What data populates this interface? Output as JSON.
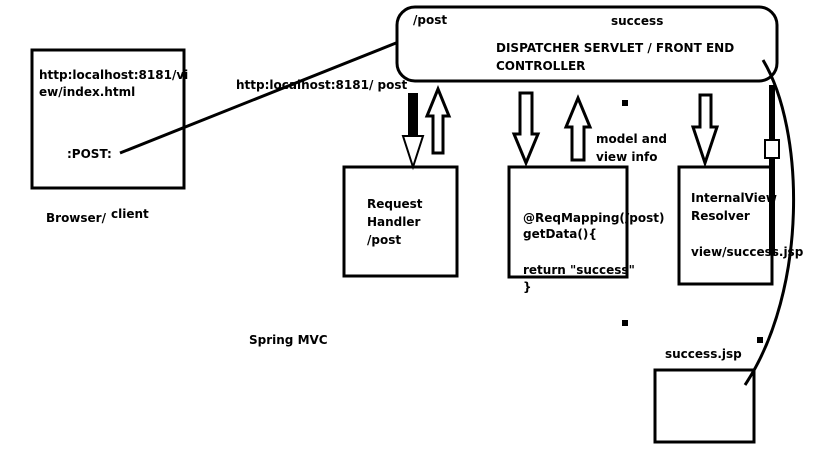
{
  "browser": {
    "url_line1": "http:localhost:8181/vi",
    "url_line2": "ew/index.html",
    "post_label": ":POST:",
    "caption_a": "Browser/",
    "caption_b": "client"
  },
  "request_url": "http:localhost:8181/ post",
  "dispatcher": {
    "top_left": "/post",
    "top_right": "success",
    "title_line1": "DISPATCHER SERVLET / FRONT END",
    "title_line2": "CONTROLLER"
  },
  "request_handler": {
    "line1": "Request",
    "line2": "Handler",
    "line3": "/post"
  },
  "controller": {
    "line1": "@ReqMapping(/post)",
    "line2": "getData(){",
    "line3": "return \"success\"",
    "line4": "}"
  },
  "model_info": {
    "line1": "model and",
    "line2": "view info"
  },
  "view_resolver": {
    "line1": "InternalView",
    "line2": "Resolver",
    "line3": "view/success.jsp"
  },
  "footer_label": "Spring MVC",
  "success_page_label": "success.jsp"
}
